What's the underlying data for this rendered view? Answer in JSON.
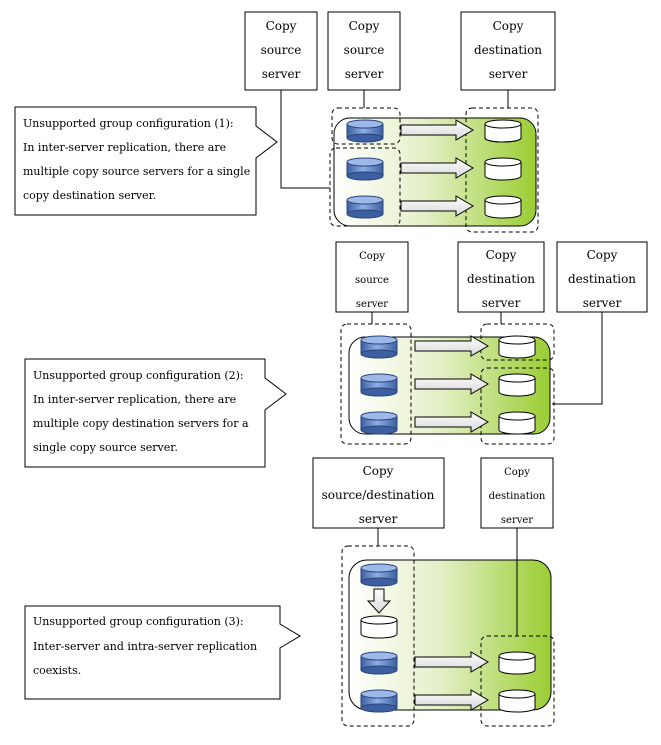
{
  "diagram1": {
    "server_a": [
      "Copy",
      "source",
      "server"
    ],
    "server_b": [
      "Copy",
      "source",
      "server"
    ],
    "server_c": [
      "Copy",
      "destination",
      "server"
    ],
    "callout": [
      "Unsupported group configuration (1):",
      "In  inter-server  replication,  there  are",
      "multiple copy source servers for a single",
      "copy destination server."
    ]
  },
  "diagram2": {
    "server_a": [
      "Copy",
      "source",
      "server"
    ],
    "server_b": [
      "Copy",
      "destination",
      "server"
    ],
    "server_c": [
      "Copy",
      "destination",
      "server"
    ],
    "callout": [
      "Unsupported group configuration (2):",
      "In   inter-server   replication,   there   are",
      "multiple  copy  destination  servers  for  a",
      "single copy source server."
    ]
  },
  "diagram3": {
    "server_a": [
      "Copy",
      "source/destination",
      "server"
    ],
    "server_b": [
      "Copy",
      "destination",
      "server"
    ],
    "callout": [
      "Unsupported group configuration (3):",
      "Inter-server    and    intra-server   replication",
      "coexists."
    ]
  },
  "colors": {
    "green": "#9acd32",
    "disk_blue": "#5a7fc0",
    "disk_white": "#ffffff"
  }
}
